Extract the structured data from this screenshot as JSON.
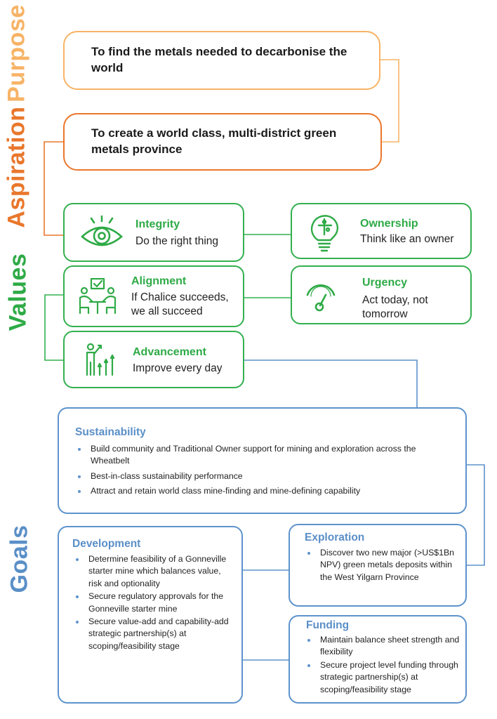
{
  "labels": {
    "purpose": "Purpose",
    "aspiration": "Aspiration",
    "values": "Values",
    "goals": "Goals"
  },
  "purpose": {
    "text": "To find the metals needed to decarbonise the world"
  },
  "aspiration": {
    "text": "To create a world class, multi-district green metals province"
  },
  "values": {
    "integrity": {
      "title": "Integrity",
      "text": "Do the right thing",
      "icon": "eye-icon"
    },
    "ownership": {
      "title": "Ownership",
      "text": "Think like an owner",
      "icon": "lightbulb-puzzle-icon"
    },
    "alignment": {
      "title": "Alignment",
      "text": "If Chalice succeeds, we all succeed",
      "icon": "people-meeting-icon"
    },
    "urgency": {
      "title": "Urgency",
      "text": "Act today, not tomorrow",
      "icon": "gauge-icon"
    },
    "advancement": {
      "title": "Advancement",
      "text": "Improve every day",
      "icon": "growth-person-icon"
    }
  },
  "goals": {
    "sustainability": {
      "title": "Sustainability",
      "items": [
        "Build community and Traditional Owner support for mining and exploration across the Wheatbelt",
        "Best-in-class sustainability performance",
        "Attract and retain world class mine-finding and mine-defining capability"
      ]
    },
    "development": {
      "title": "Development",
      "items": [
        "Determine feasibility of a Gonneville starter mine which balances value, risk and optionality",
        "Secure regulatory approvals for the Gonneville starter mine",
        "Secure value-add and capability-add strategic partnership(s) at scoping/feasibility stage"
      ]
    },
    "exploration": {
      "title": "Exploration",
      "items": [
        "Discover two new major (>US$1Bn NPV) green metals deposits within the West Yilgarn Province"
      ]
    },
    "funding": {
      "title": "Funding",
      "items": [
        "Maintain balance sheet strength and flexibility",
        "Secure project level funding through strategic partnership(s) at scoping/feasibility stage"
      ]
    }
  },
  "colors": {
    "purpose": "#f7b366",
    "aspiration": "#e9772c",
    "values": "#34b04f",
    "goals": "#5d93cc"
  }
}
